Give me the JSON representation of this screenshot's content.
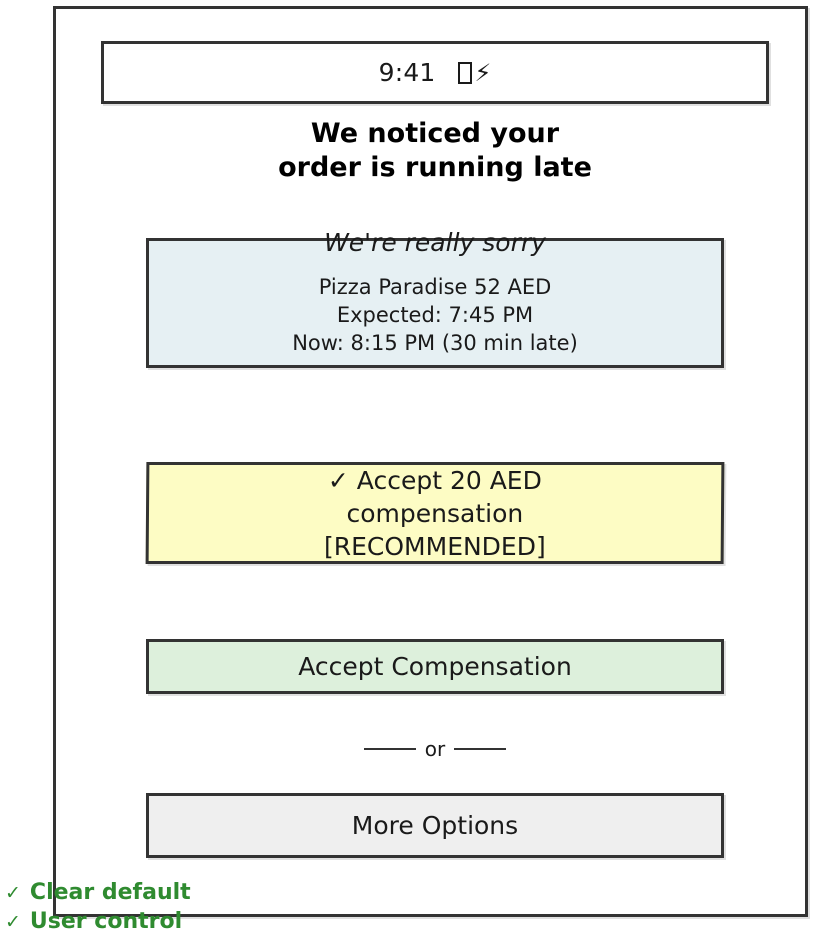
{
  "phone": {
    "status_bar": {
      "time": "9:41",
      "icons": [
        {
          "name": "battery-icon",
          "glyph": "tofu-box"
        },
        {
          "name": "charging-bolt-icon",
          "glyph": "⚡"
        }
      ]
    },
    "headline": {
      "line1": "We noticed your",
      "line2": "order is running late"
    },
    "sorry_caption": "We're really sorry",
    "info_card": {
      "order": "Pizza Paradise 52 AED",
      "expected": "Expected: 7:45 PM",
      "now": "Now: 8:15 PM (30 min late)",
      "background_color": "#e6f0f3"
    },
    "recommend_box": {
      "check": "✓",
      "line1": "Accept 20 AED",
      "line2": "compensation",
      "line3": "[RECOMMENDED]",
      "background_color": "#fdfcc4"
    },
    "accept_button": {
      "label": "Accept Compensation",
      "background_color": "#ddf0dc"
    },
    "or_divider": {
      "label": "or"
    },
    "more_options_button": {
      "label": "More Options",
      "background_color": "#efefef"
    }
  },
  "annotations": {
    "accent_color": "#2f8b30",
    "items": [
      {
        "check": "✓",
        "label": "Clear default"
      },
      {
        "check": "✓",
        "label": "User control"
      }
    ]
  }
}
